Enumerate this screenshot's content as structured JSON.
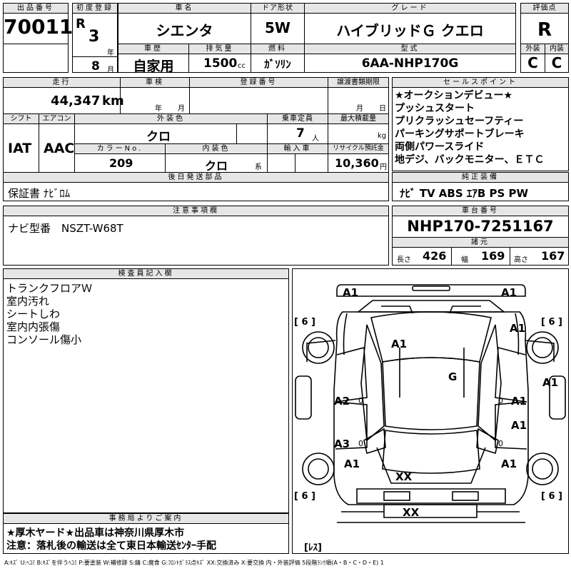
{
  "header": {
    "lot_label": "出品番号",
    "lot_no": "70011",
    "reg_label": "初度登録",
    "era": "R",
    "year": "3",
    "year_unit": "年",
    "month": "8",
    "month_unit": "月",
    "car_label": "車名",
    "car_name": "シエンタ",
    "door_label": "ドア形状",
    "door": "5W",
    "grade_label": "グレード",
    "grade": "ハイブリッドＧ クエロ",
    "score_label": "評価点",
    "score": "R",
    "history_label": "車歴",
    "history": "自家用",
    "cc_label": "排気量",
    "cc": "1500",
    "cc_unit": "cc",
    "fuel_label": "燃料",
    "fuel": "ｶﾞｿﾘﾝ",
    "model_label": "型式",
    "model": "6AA-NHP170G",
    "ext_label": "外装",
    "ext": "C",
    "int_label": "内装",
    "int": "C"
  },
  "row2": {
    "mileage_label": "走行",
    "mileage": "44,347",
    "mileage_unit": "km",
    "shaken_label": "車検",
    "shaken_year": "年",
    "shaken_month": "月",
    "plate_label": "登録番号",
    "transfer_label": "譲渡書類期限",
    "transfer_month": "月",
    "transfer_day": "日",
    "shift_label": "シフト",
    "shift": "IAT",
    "ac_label": "エアコン",
    "ac": "AAC",
    "color_label": "外装色",
    "color": "クロ",
    "seats_label": "乗車定員",
    "seats": "7",
    "seats_unit": "人",
    "load_label": "最大積載量",
    "load_unit": "kg",
    "color_no_label": "カラーNo.",
    "color_no": "209",
    "int_color_label": "内装色",
    "int_color": "クロ",
    "int_color_unit": "系",
    "import_label": "輸入車",
    "recycle_label": "リサイクル預託金",
    "recycle": "10,360",
    "recycle_unit": "円",
    "later_label": "後日発送部品",
    "later": "保証書 ﾅﾋﾞﾛﾑ"
  },
  "sales": {
    "label": "セールスポイント",
    "lines": [
      "★オークションデビュー★",
      "プッシュスタート",
      "プリクラッシュセーフティー",
      "パーキングサポートブレーキ",
      "両側パワースライド",
      "地デジ、バックモニター、ＥＴＣ"
    ]
  },
  "equip": {
    "label": "純正装備",
    "value": "ﾅﾋﾞ TV ABS ｴｱB PS PW"
  },
  "notes": {
    "label": "注意事項欄",
    "value": "ナビ型番　NSZT-W68T"
  },
  "chassis": {
    "label": "車台番号",
    "value": "NHP170-7251167",
    "spec_label": "諸元",
    "len_label": "長さ",
    "len": "426",
    "width_label": "幅",
    "width": "169",
    "height_label": "高さ",
    "height": "167"
  },
  "inspector": {
    "label": "検査員記入欄",
    "lines": [
      "トランクフロアＷ",
      "室内汚れ",
      "シートしわ",
      "室内内張傷",
      "コンソール傷小"
    ]
  },
  "office": {
    "label": "事務局よりご案内",
    "lines": [
      "★厚木ヤード★出品車は神奈川県厚木市",
      "注意：落札後の輸送は全て東日本輸送ｾﾝﾀｰ手配"
    ]
  },
  "diagram": {
    "marks": [
      "A1",
      "A1",
      "A1",
      "A1",
      "A1",
      "A1",
      "A1",
      "A1",
      "A1",
      "A2",
      "A3",
      "G",
      "XX",
      "XX"
    ],
    "tires": [
      "[ 6 ]",
      "[ 6 ]",
      "[ 6 ]",
      "[ 6 ]"
    ],
    "zeros": [
      "0",
      "0",
      "0",
      "0"
    ],
    "spare": "[ﾚｽ]"
  },
  "legend": "A:ｷｽﾞ U:ﾍｺﾐ B:ｷｽﾞを伴うﾍｺﾐ P:要塗装 W:補修跡 S:錆 C:腐食 G:ﾌﾛﾝﾄｶﾞﾗｽ点ｷｽﾞ XX:交換済み X:要交換 内・外装評価 5段階ﾗﾝｸ順(A・B・C・D・E) 1"
}
